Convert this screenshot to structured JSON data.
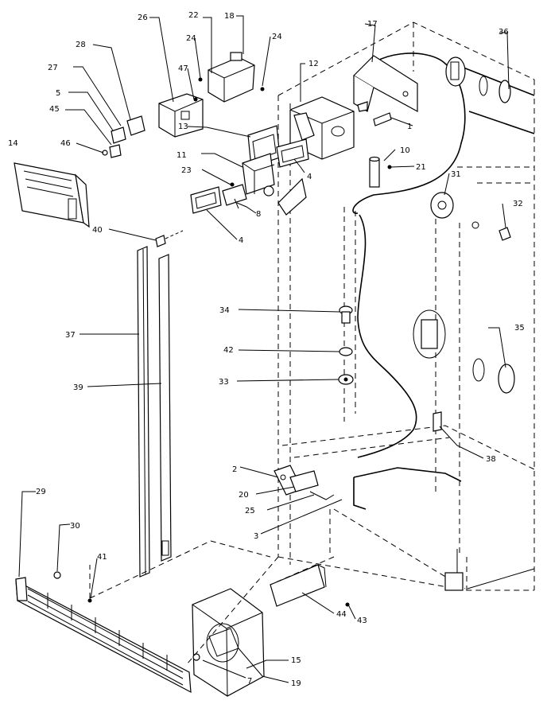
{
  "callouts": {
    "c1": "1",
    "c2": "2",
    "c3": "3",
    "c4a": "4",
    "c4b": "4",
    "c5": "5",
    "c7": "7",
    "c8": "8",
    "c10": "10",
    "c11": "11",
    "c12": "12",
    "c13": "13",
    "c14": "14",
    "c15": "15",
    "c17": "17",
    "c18": "18",
    "c19": "19",
    "c20": "20",
    "c21": "21",
    "c22": "22",
    "c23": "23",
    "c24a": "24",
    "c24b": "24",
    "c25": "25",
    "c26": "26",
    "c27": "27",
    "c28": "28",
    "c29": "29",
    "c30": "30",
    "c31": "31",
    "c32": "32",
    "c33": "33",
    "c34": "34",
    "c35": "35",
    "c36": "36",
    "c37": "37",
    "c38": "38",
    "c39": "39",
    "c40": "40",
    "c41": "41",
    "c42": "42",
    "c43": "43",
    "c44": "44",
    "c45": "45",
    "c46": "46",
    "c47": "47"
  }
}
